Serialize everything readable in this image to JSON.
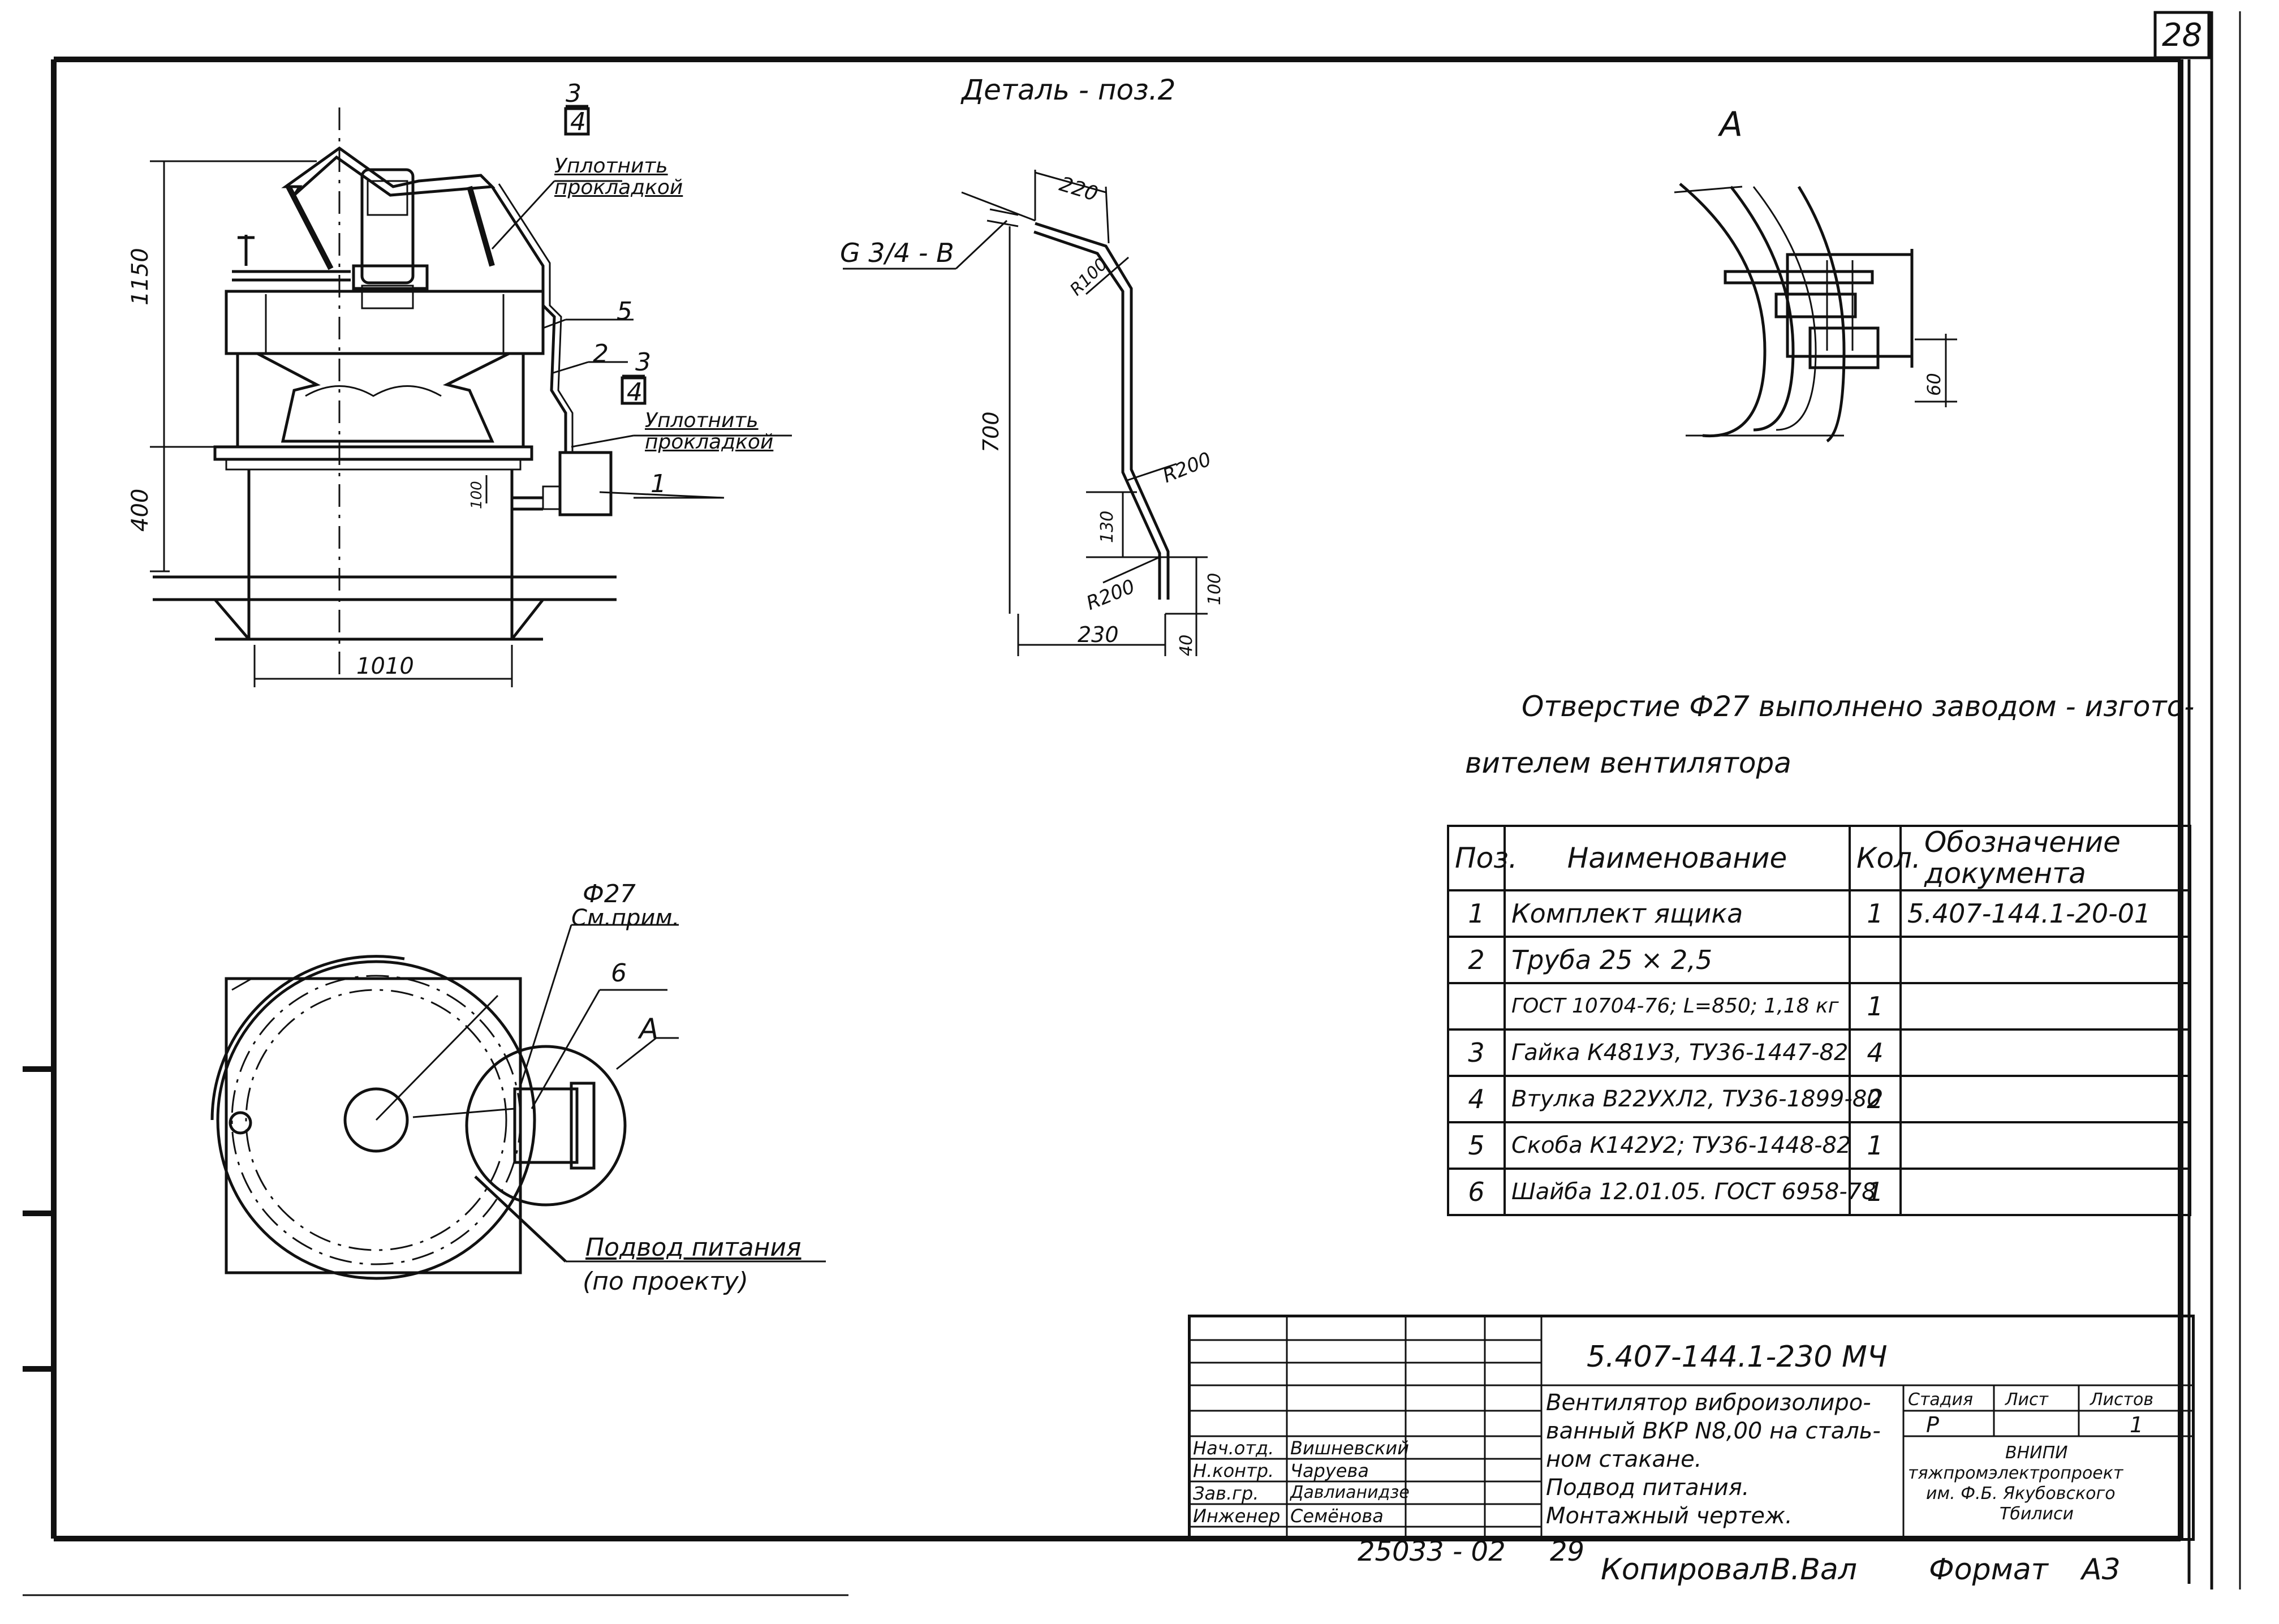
{
  "sheet": {
    "page_number": "28",
    "bottom_number": "25033 - 02",
    "bottom_page": "29",
    "copied_by": "Копировал",
    "copied_name": "В.Вал",
    "format_label": "Формат",
    "format_value": "А3"
  },
  "views": {
    "detail_title": "Деталь - поз.2",
    "view_a_title": "А",
    "seal_1": "Уплотнить прокладкой",
    "seal_2": "Уплотнить прокладкой",
    "thread": "G 3/4 - B",
    "hole_dia": "Ф27",
    "see_note": "См.прим.",
    "power_supply": "Подвод питания",
    "by_project": "(по проекту)",
    "marker_a": "А"
  },
  "dimensions": {
    "h1150": "1150",
    "h400": "400",
    "h100": "100",
    "w1010": "1010",
    "d220": "220",
    "r100": "R100",
    "d700": "700",
    "r200a": "R200",
    "d130": "130",
    "r200b": "R200",
    "d100": "100",
    "d230": "230",
    "d40": "40",
    "d60": "60"
  },
  "callouts": {
    "c3a": "3",
    "c4a": "4",
    "c5": "5",
    "c2": "2",
    "c3b": "3",
    "c4b": "4",
    "c1": "1",
    "c6": "6"
  },
  "note": {
    "line1": "Отверстие Ф27 выполнено заводом - изгото-",
    "line2": "вителем вентилятора"
  },
  "spec_table": {
    "headers": {
      "pos": "Поз.",
      "name": "Наименование",
      "qty": "Кол.",
      "doc_line1": "Обозначение",
      "doc_line2": "документа"
    },
    "rows": [
      {
        "pos": "1",
        "name": "Комплект ящика",
        "qty": "1",
        "doc": "5.407-144.1-20-01"
      },
      {
        "pos": "2",
        "name": "Труба 25 × 2,5",
        "qty": "",
        "doc": ""
      },
      {
        "pos": "",
        "name": "ГОСТ 10704-76; L=850; 1,18 кг",
        "qty": "1",
        "doc": ""
      },
      {
        "pos": "3",
        "name": "Гайка К481У3, ТУ36-1447-82",
        "qty": "4",
        "doc": ""
      },
      {
        "pos": "4",
        "name": "Втулка В22УХЛ2, ТУ36-1899-80",
        "qty": "2",
        "doc": ""
      },
      {
        "pos": "5",
        "name": "Скоба К142У2; ТУ36-1448-82",
        "qty": "1",
        "doc": ""
      },
      {
        "pos": "6",
        "name": "Шайба 12.01.05. ГОСТ 6958-78",
        "qty": "1",
        "doc": ""
      }
    ]
  },
  "title_block": {
    "code": "5.407-144.1-230 МЧ",
    "title_line1": "Вентилятор виброизолиро-",
    "title_line2": "ванный ВКР N8,00 на сталь-",
    "title_line3": "ном стакане.",
    "title_line4": "Подвод питания.",
    "title_line5": "Монтажный чертеж.",
    "stage_label": "Стадия",
    "sheet_label": "Лист",
    "sheets_label": "Листов",
    "stage_value": "Р",
    "sheet_value": "",
    "sheets_value": "1",
    "org_line1": "ВНИПИ",
    "org_line2": "тяжпромэлектропроект",
    "org_line3": "им. Ф.Б. Якубовского",
    "org_line4": "Тбилиси",
    "staff": [
      {
        "role": "Нач.отд.",
        "name": "Вишневский"
      },
      {
        "role": "Н.контр.",
        "name": "Чаруева"
      },
      {
        "role": "Зав.гр.",
        "name": "Давлианидзе"
      },
      {
        "role": "Инженер",
        "name": "Семёнова"
      }
    ]
  }
}
